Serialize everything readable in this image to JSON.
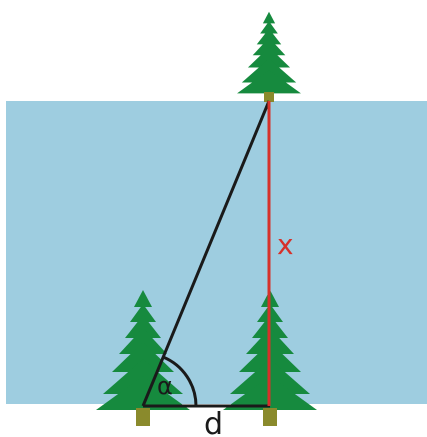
{
  "labels": {
    "x": "x",
    "alpha": "α",
    "d": "d"
  },
  "colors": {
    "river": "#9ECDE0",
    "tree": "#168A3E",
    "trunk": "#8A8A2C",
    "line": "#1A1A1A",
    "x_line": "#D6312A"
  },
  "icons": {
    "tree": "pine-tree-icon"
  }
}
